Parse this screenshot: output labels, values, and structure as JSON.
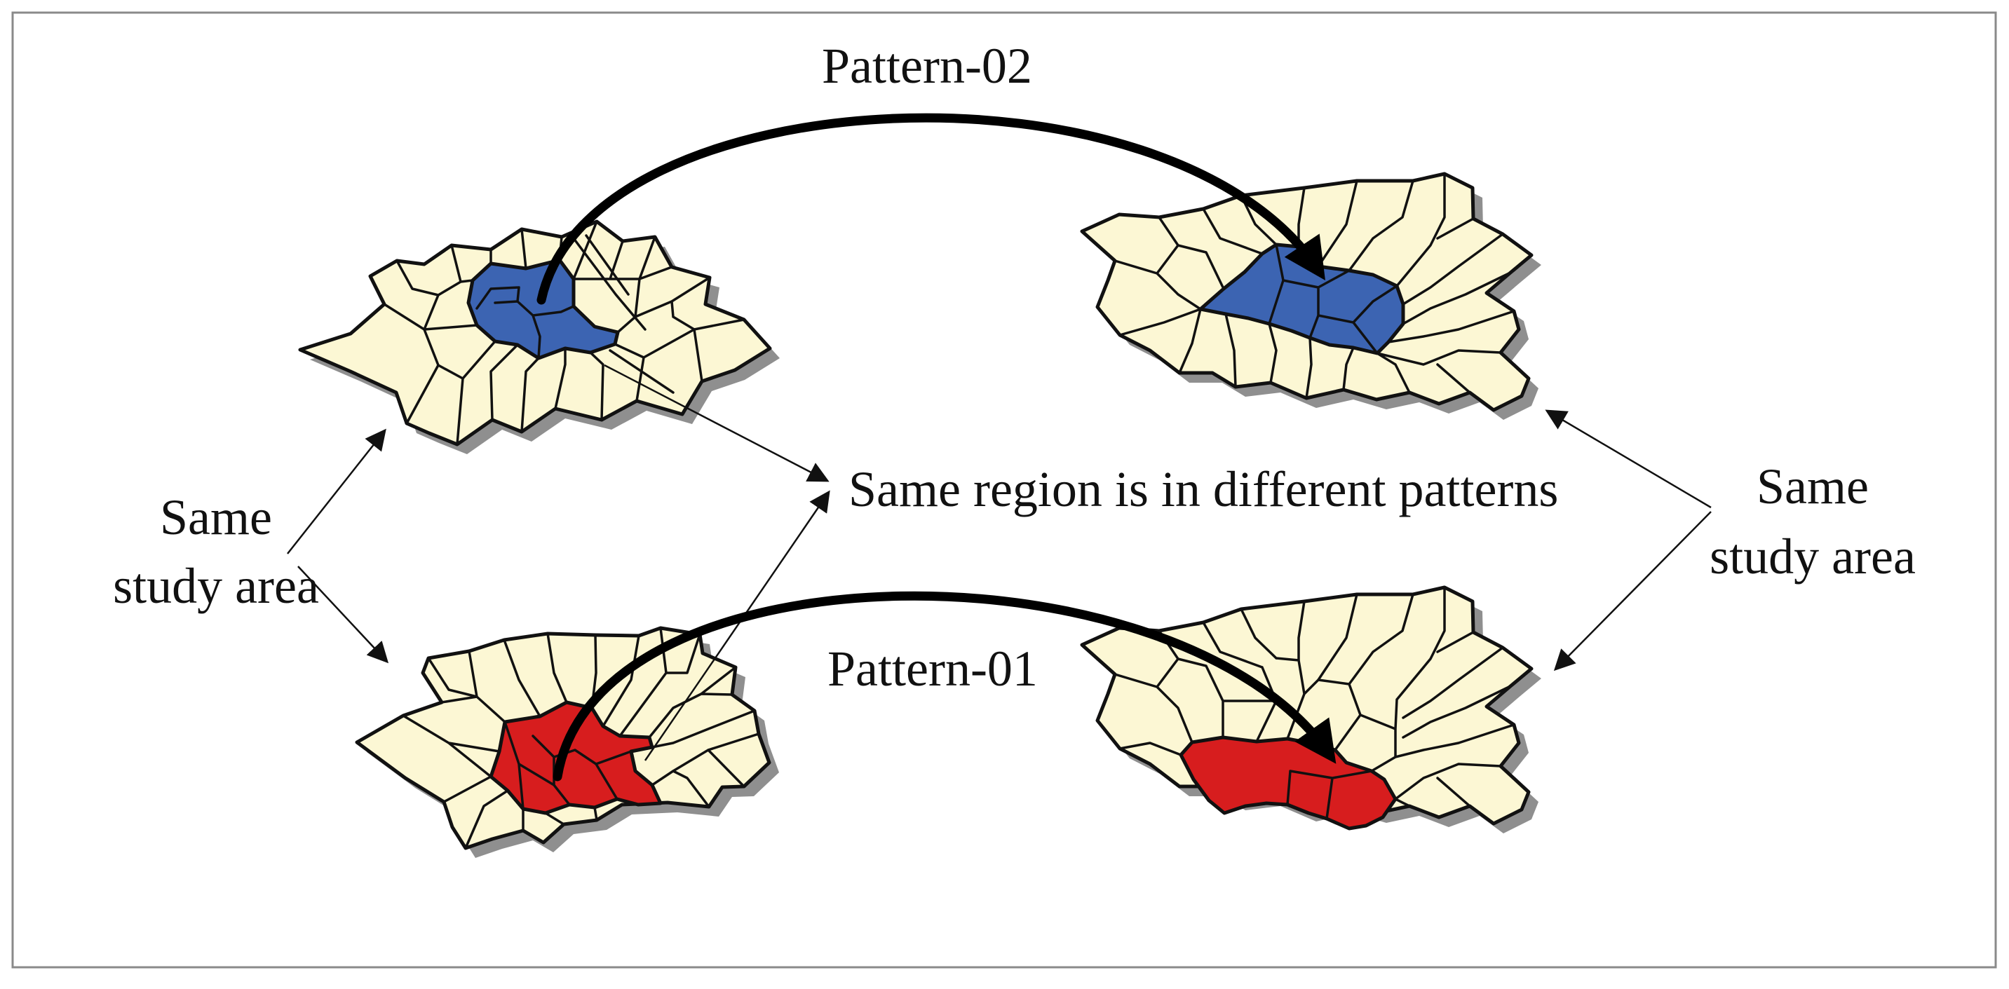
{
  "labels": {
    "pattern_top": "Pattern-02",
    "pattern_bottom": "Pattern-01",
    "center": "Same region is in different patterns",
    "left_line1": "Same",
    "left_line2": "study area",
    "right_line1": "Same",
    "right_line2": "study area"
  },
  "colors": {
    "base_region": "#fcf7d4",
    "pattern_02": "#3c64b2",
    "pattern_01": "#d71d1e"
  }
}
